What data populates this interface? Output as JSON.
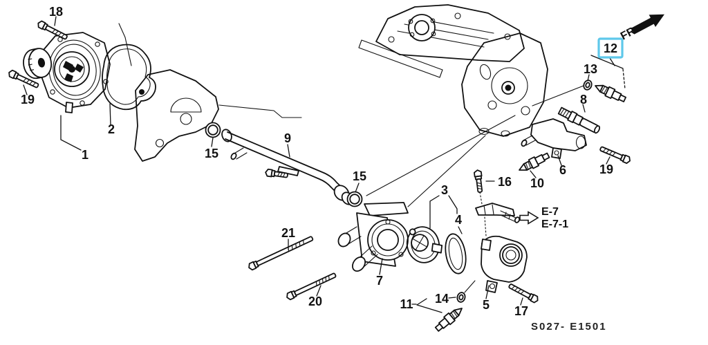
{
  "diagram": {
    "background_color": "#ffffff",
    "line_color": "#111111",
    "highlight_color": "#5ec8ea",
    "highlighted_callout": "12",
    "footer_code": "S027- E1501",
    "direction_indicator": {
      "label": "FR."
    },
    "references": {
      "primary": "E-7",
      "secondary": "E-7-1"
    },
    "callouts": {
      "c1": "1",
      "c2": "2",
      "c3": "3",
      "c4": "4",
      "c5": "5",
      "c6": "6",
      "c7": "7",
      "c8": "8",
      "c9": "9",
      "c10": "10",
      "c11": "11",
      "c12": "12",
      "c13": "13",
      "c14": "14",
      "c15a": "15",
      "c15b": "15",
      "c16": "16",
      "c17": "17",
      "c18": "18",
      "c19a": "19",
      "c19b": "19",
      "c20": "20",
      "c21": "21"
    }
  }
}
